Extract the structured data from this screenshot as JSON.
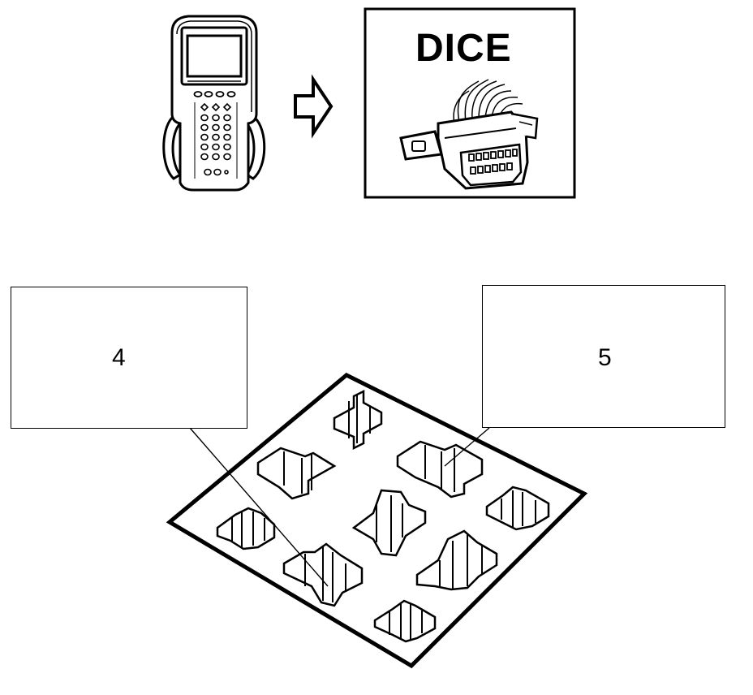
{
  "dice_panel": {
    "title": "DICE"
  },
  "callouts": [
    {
      "number": "4"
    },
    {
      "number": "5"
    }
  ],
  "icons": {
    "scan_tool": "handheld-scan-tool-icon",
    "arrow": "arrow-right-icon",
    "dice_connector": "dice-connector-icon",
    "tray": "connector-tray-icon"
  }
}
